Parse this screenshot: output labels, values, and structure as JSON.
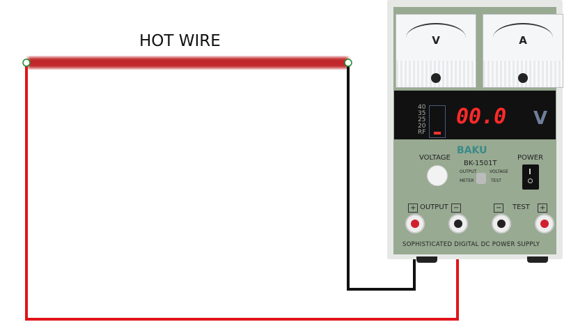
{
  "title": "HOT WIRE",
  "supply": {
    "brand": "BAKU",
    "model": "BK-1501T",
    "display_value": "00.0",
    "display_unit": "V",
    "bar_scale": [
      "40",
      "35",
      "25",
      "20",
      "RF"
    ],
    "voltmeter_label": "V",
    "ammeter_label": "A",
    "voltage_label": "VOLTAGE",
    "power_label": "POWER",
    "output_label": "OUTPUT",
    "test_label": "TEST",
    "plus": "+",
    "minus": "−",
    "switch_labels": [
      "OUTPUT",
      "VOLTAGE",
      "METER",
      "TEST"
    ],
    "footer": "SOPHISTICATED DIGITAL DC POWER SUPPLY"
  },
  "colors": {
    "hot_wire": "#c0282c",
    "red_lead": "#e0141a",
    "black_lead": "#111111",
    "panel": "#98aa92"
  }
}
